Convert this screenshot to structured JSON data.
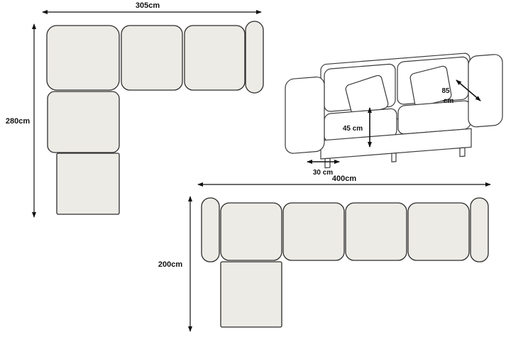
{
  "title": "Sofa dimensions diagram",
  "colors": {
    "background": "#ffffff",
    "plan_fill": "#edebe5",
    "plan_stroke": "#2c2c2c",
    "sketch_stroke": "#3a3a3a",
    "dimension_color": "#111111"
  },
  "l_sectional_plan": {
    "description": "L-shaped sectional sofa top view",
    "width_label": "305cm",
    "height_label": "280cm"
  },
  "sofa_sketch": {
    "description": "Three-seat sofa perspective line sketch",
    "depth_value": "85",
    "depth_unit": "cm",
    "seat_height_label": "45 cm",
    "base_depth_label": "30 cm"
  },
  "wide_sectional_plan": {
    "description": "Wide sectional sofa with chaise top view",
    "width_label": "400cm",
    "height_label": "200cm"
  }
}
